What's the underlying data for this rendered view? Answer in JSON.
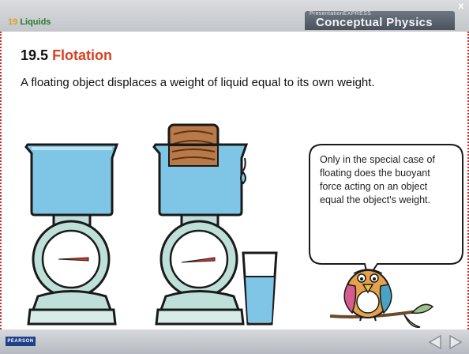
{
  "header": {
    "chapter_number": "19",
    "chapter_title": "Liquids",
    "brand_small": "PresentationEXPRESS",
    "brand_title": "Conceptual Physics",
    "close_label": "x"
  },
  "slide": {
    "section_number": "19.5",
    "section_title": "Flotation",
    "body": "A floating object displaces a weight of liquid equal to its own weight.",
    "speech_bubble": "Only in the special case of floating does the buoyant force acting on an object equal the object's weight."
  },
  "footer": {
    "publisher_logo": "PEARSON",
    "prev_icon": "triangle-left-icon",
    "next_icon": "triangle-right-icon"
  },
  "colors": {
    "accent": "#d9411e",
    "water": "#7fc6e6",
    "scale_base": "#bfe0d9"
  }
}
